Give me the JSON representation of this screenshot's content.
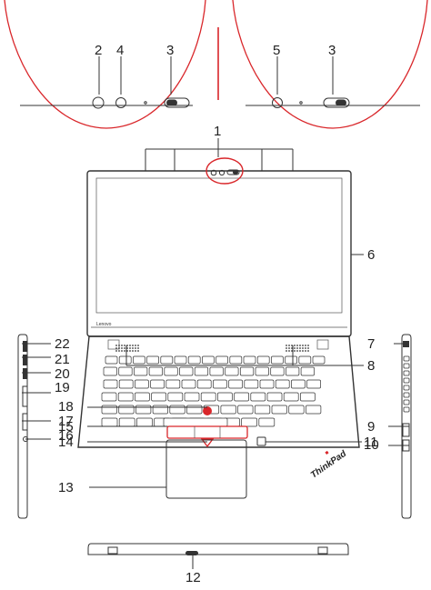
{
  "callouts": {
    "n1": "1",
    "n2": "2",
    "n3a": "3",
    "n3b": "3",
    "n4": "4",
    "n5": "5",
    "n6": "6",
    "n7": "7",
    "n8": "8",
    "n9": "9",
    "n10": "10",
    "n11": "11",
    "n12": "12",
    "n13": "13",
    "n14": "14",
    "n15": "15",
    "n16": "16",
    "n17": "17",
    "n18": "18",
    "n19": "19",
    "n20": "20",
    "n21": "21",
    "n22": "22"
  },
  "branding": {
    "bezel_logo": "Lenovo",
    "palm_logo": "ThinkPad"
  },
  "colors": {
    "accent": "#d9262a",
    "outline": "#333333"
  }
}
